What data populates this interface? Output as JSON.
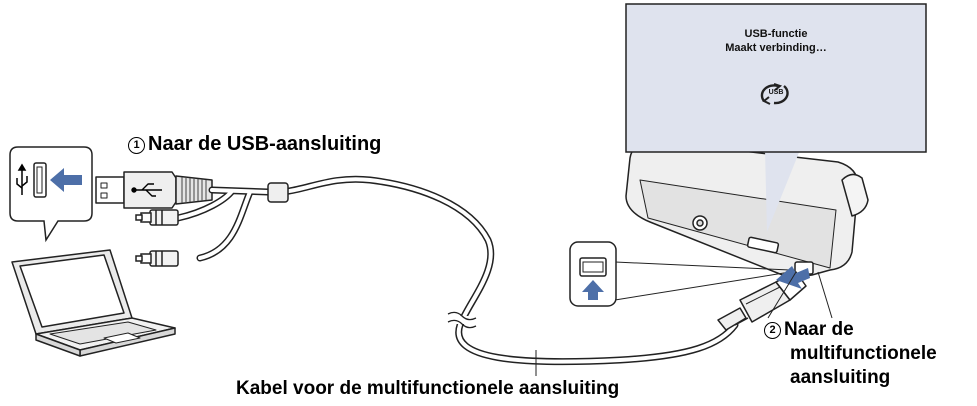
{
  "screen": {
    "line1": "USB-functie",
    "line2": "Maakt verbinding…",
    "usb_icon_text": "USB"
  },
  "labels": {
    "usb_step_number": "1",
    "usb_connector": "Naar de USB-aansluiting",
    "multi_step_number": "2",
    "multi_connector_line1": "Naar de",
    "multi_connector_line2": "multifunctionele",
    "multi_connector_line3": "aansluiting",
    "cable": "Kabel voor de multifunctionele aansluiting"
  },
  "icons": {
    "usb_symbol": "usb-symbol-icon",
    "arrow_left": "arrow-left-icon",
    "arrow_up": "arrow-up-icon",
    "refresh": "refresh-icon"
  },
  "colors": {
    "screen_bg": "#dfe3ee",
    "arrow_blue": "#4d6fa8",
    "outline": "#222222",
    "device_fill": "#f2f2f2"
  }
}
